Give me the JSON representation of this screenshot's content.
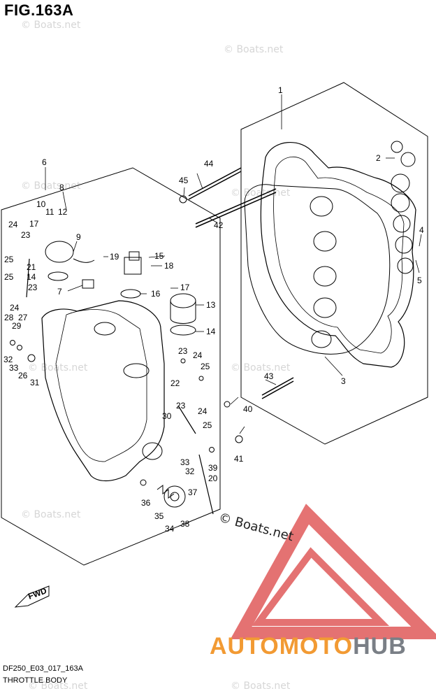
{
  "figure": {
    "title": "FIG.163A",
    "code": "DF250_E03_017_163A",
    "name": "THROTTLE BODY"
  },
  "watermark": {
    "text": "© Boats.net",
    "primary_text": "© Boats.net"
  },
  "logo": {
    "part1": "AUTO",
    "part2": "MOTO",
    "part3": "HUB",
    "color_accent": "#f29a33",
    "color_gray": "#7a7f86",
    "triangle_color": "#e05a5a"
  },
  "fwd_label": "FWD",
  "callouts": [
    "1",
    "2",
    "3",
    "4",
    "5",
    "6",
    "7",
    "8",
    "9",
    "10",
    "11",
    "12",
    "13",
    "14",
    "15",
    "16",
    "17",
    "18",
    "19",
    "20",
    "21",
    "22",
    "23",
    "24",
    "25",
    "26",
    "27",
    "28",
    "29",
    "30",
    "31",
    "32",
    "33",
    "34",
    "35",
    "36",
    "37",
    "38",
    "39",
    "40",
    "41",
    "42",
    "43",
    "44",
    "45"
  ]
}
